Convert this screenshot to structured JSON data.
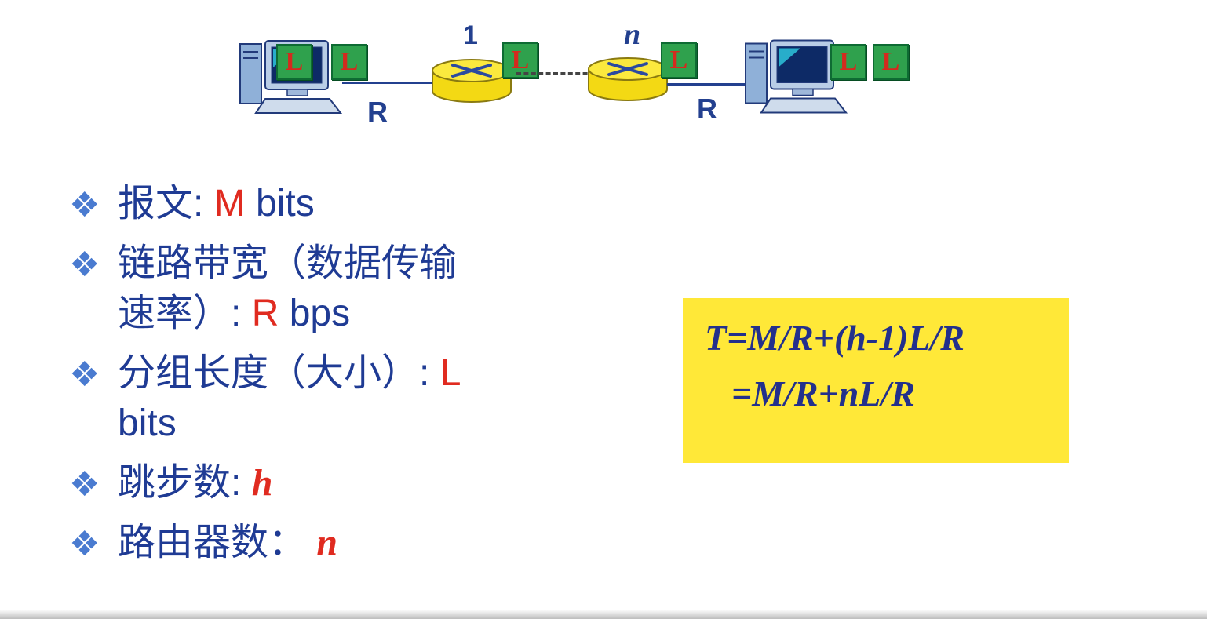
{
  "diagram": {
    "packet_label": "L",
    "router1_label": "1",
    "routern_label": "n",
    "link_left_label": "R",
    "link_right_label": "R"
  },
  "bullet_char": "❖",
  "bullets": [
    {
      "pre": "报文: ",
      "em": "M",
      "post": " bits"
    },
    {
      "pre": "链路带宽（数据传输\n速率）: ",
      "em": "R",
      "post": " bps"
    },
    {
      "pre": "分组长度（大小）: ",
      "em": "L",
      "post": "\nbits"
    },
    {
      "pre": "跳步数: ",
      "em": "h",
      "post": ""
    },
    {
      "pre": "路由器数： ",
      "em": "n",
      "post": ""
    }
  ],
  "formula": {
    "line1": "T=M/R+(h-1)L/R",
    "line2": "=M/R+nL/R"
  },
  "colors": {
    "text_blue": "#1f3b94",
    "accent_red": "#e02b20",
    "formula_bg": "#ffe838",
    "packet_green": "#2fa14d",
    "router_yellow": "#f8e12f"
  }
}
